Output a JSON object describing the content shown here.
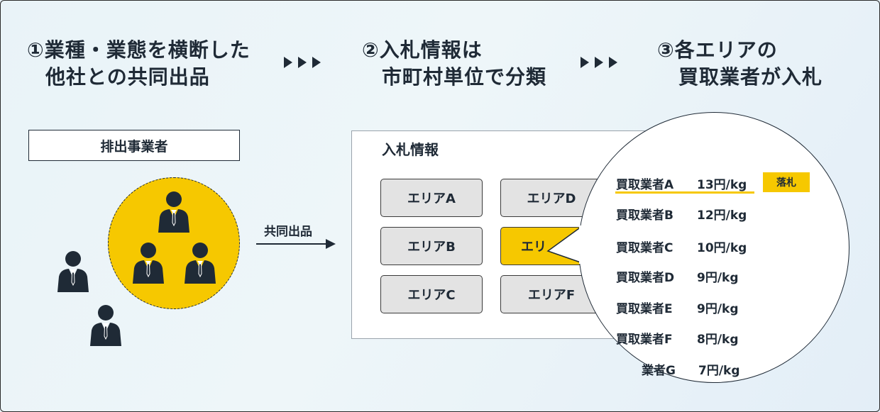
{
  "steps": [
    {
      "line1": "①業種・業態を横断した",
      "line2": "他社との共同出品"
    },
    {
      "line1": "②入札情報は",
      "line2": "市町村単位で分類"
    },
    {
      "line1": "③各エリアの",
      "line2": "買取業者が入札"
    }
  ],
  "emitter_label": "排出事業者",
  "arrow_label": "共同出品",
  "bid_info": {
    "title": "入札情報",
    "areas": [
      "エリアA",
      "エリアB",
      "エリアC",
      "エリアD",
      "エリ",
      "エリアF"
    ]
  },
  "bids": [
    {
      "name": "買取業者A",
      "price": "13円/kg"
    },
    {
      "name": "買取業者B",
      "price": "12円/kg"
    },
    {
      "name": "買取業者C",
      "price": "10円/kg"
    },
    {
      "name": "買取業者D",
      "price": "9円/kg"
    },
    {
      "name": "買取業者E",
      "price": "9円/kg"
    },
    {
      "name": "買取業者F",
      "price": "8円/kg"
    },
    {
      "name": "業者G",
      "price": "7円/kg"
    }
  ],
  "winner_label": "落札",
  "colors": {
    "accent": "#f6c800",
    "ink": "#1f2a36",
    "area_gray": "#e3e3e3"
  },
  "icons": {
    "person": "person-icon",
    "chevron": "chevron-right-icon",
    "arrow": "arrow-right-icon"
  }
}
